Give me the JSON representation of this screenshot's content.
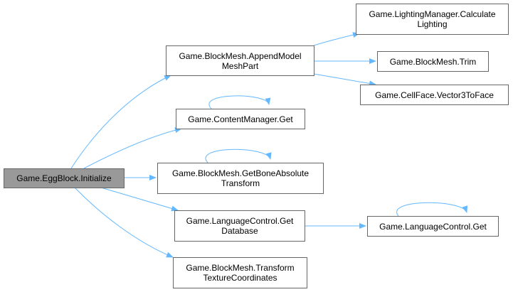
{
  "diagram": {
    "type": "call-graph",
    "edge_color": "#63b8ff",
    "root_fill": "#999999",
    "nodes": [
      {
        "id": "root",
        "label": "Game.EggBlock.Initialize",
        "root": true
      },
      {
        "id": "append",
        "label": "Game.BlockMesh.AppendModel\nMeshPart"
      },
      {
        "id": "content",
        "label": "Game.ContentManager.Get"
      },
      {
        "id": "bone",
        "label": "Game.BlockMesh.GetBoneAbsolute\nTransform"
      },
      {
        "id": "langdb",
        "label": "Game.LanguageControl.Get\nDatabase"
      },
      {
        "id": "transform",
        "label": "Game.BlockMesh.Transform\nTextureCoordinates"
      },
      {
        "id": "lighting",
        "label": "Game.LightingManager.Calculate\nLighting"
      },
      {
        "id": "trim",
        "label": "Game.BlockMesh.Trim"
      },
      {
        "id": "cellface",
        "label": "Game.CellFace.Vector3ToFace"
      },
      {
        "id": "langget",
        "label": "Game.LanguageControl.Get"
      }
    ],
    "edges": [
      {
        "from": "root",
        "to": "append"
      },
      {
        "from": "root",
        "to": "content"
      },
      {
        "from": "root",
        "to": "bone"
      },
      {
        "from": "root",
        "to": "langdb"
      },
      {
        "from": "root",
        "to": "transform"
      },
      {
        "from": "append",
        "to": "lighting"
      },
      {
        "from": "append",
        "to": "trim"
      },
      {
        "from": "append",
        "to": "cellface"
      },
      {
        "from": "content",
        "to": "content"
      },
      {
        "from": "bone",
        "to": "bone"
      },
      {
        "from": "langdb",
        "to": "langget"
      },
      {
        "from": "langget",
        "to": "langget"
      }
    ]
  }
}
